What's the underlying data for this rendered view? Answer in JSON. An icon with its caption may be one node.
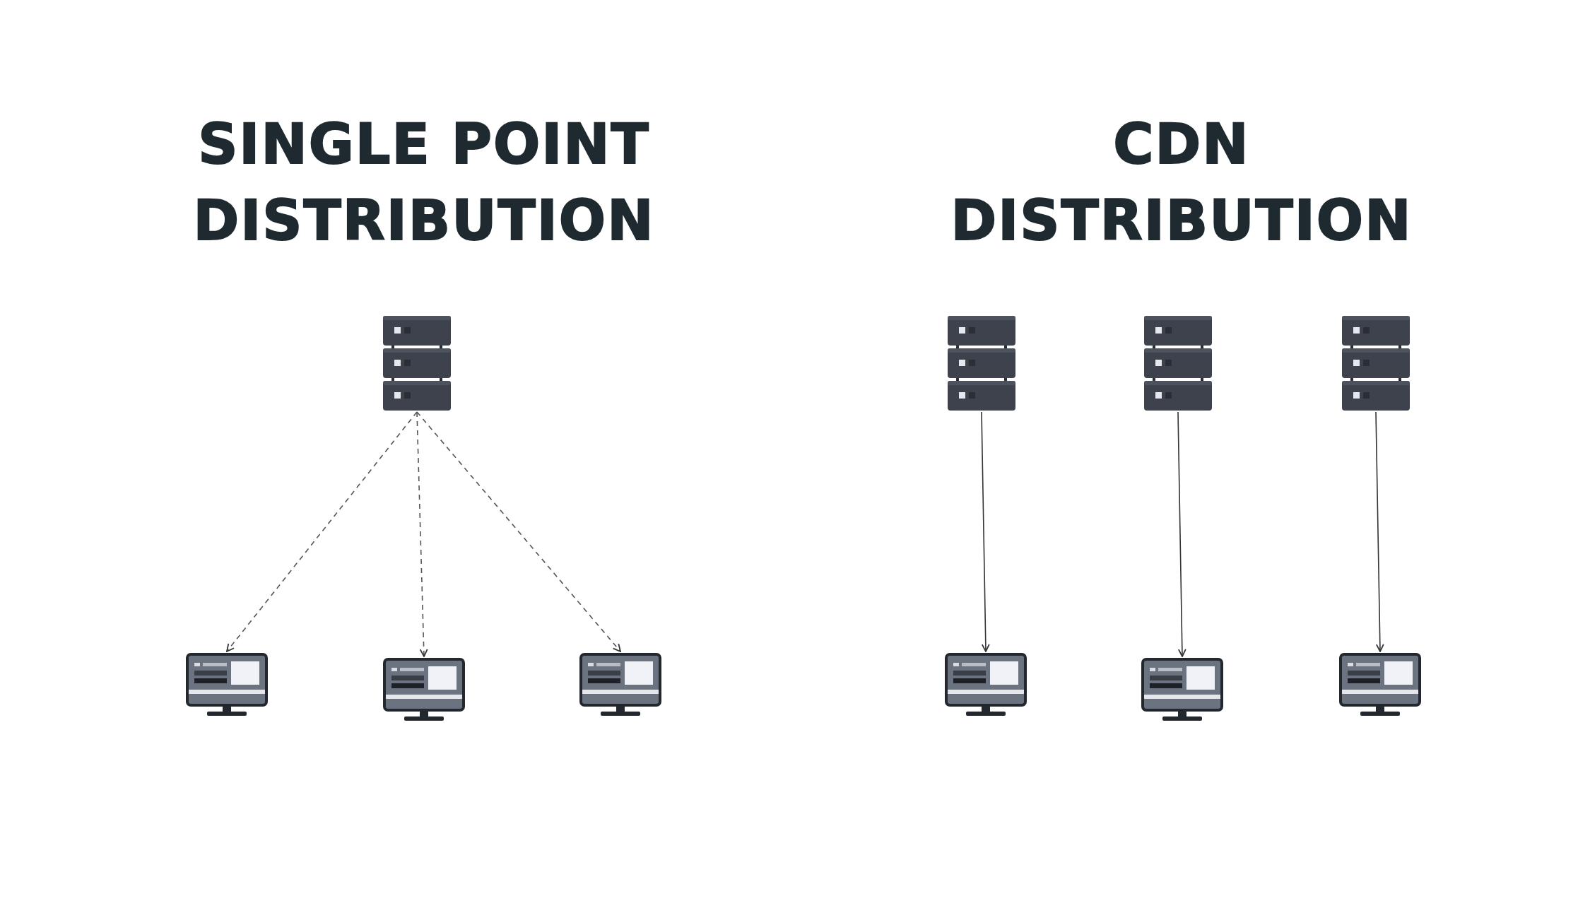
{
  "diagram": {
    "nodes": [
      {
        "text": [],
        "shape": "picture"
      },
      {
        "text": [],
        "shape": "picture"
      },
      {
        "text": [],
        "shape": "picture"
      },
      {
        "text": [],
        "shape": "picture"
      },
      {
        "text": [],
        "shape": "picture"
      },
      {
        "text": [],
        "shape": "picture"
      },
      {
        "text": [],
        "shape": "picture"
      },
      {
        "text": [],
        "shape": "picture"
      },
      {
        "text": [],
        "shape": "picture"
      },
      {
        "text": [],
        "shape": "picture"
      }
    ],
    "edges": [
      {
        "from": 0,
        "to": 1,
        "arrow": "to",
        "style": "dashed"
      },
      {
        "from": 0,
        "to": 2,
        "arrow": "to",
        "style": "dashed"
      },
      {
        "from": 0,
        "to": 3,
        "arrow": "to",
        "style": "dashed"
      },
      {
        "from": 4,
        "to": 7,
        "arrow": "to"
      },
      {
        "from": 5,
        "to": 8,
        "arrow": "to"
      },
      {
        "from": 6,
        "to": 9,
        "arrow": "to"
      }
    ],
    "labels": [
      "SINGLE POINT DISTRIBUTION",
      "CDN DISTRIBUTION"
    ]
  }
}
